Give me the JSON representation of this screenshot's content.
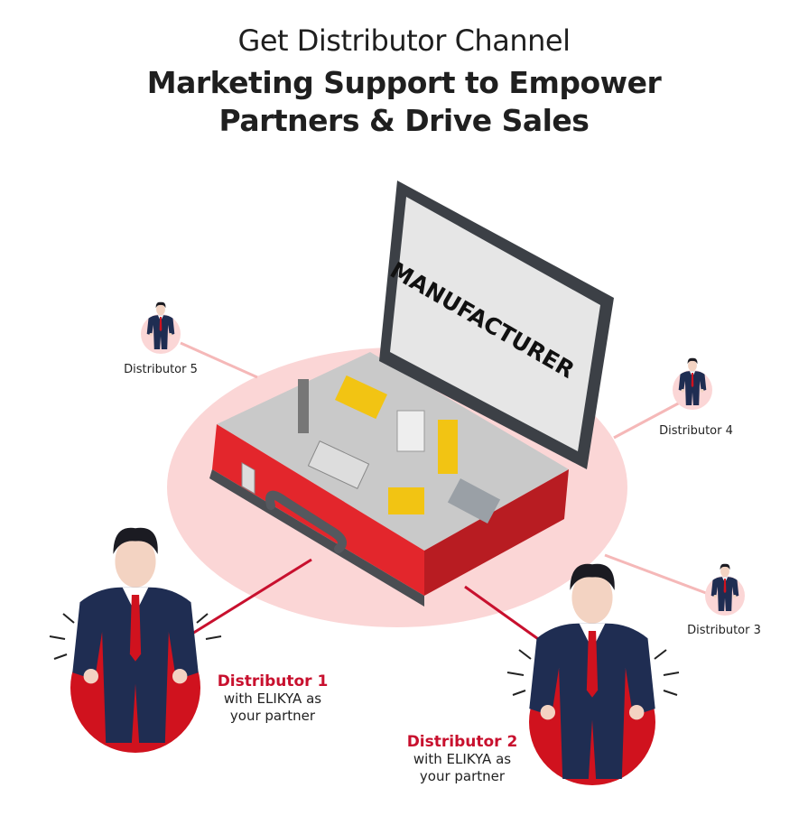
{
  "title": {
    "line1": "Get Distributor Channel",
    "line2": "Marketing Support to Empower",
    "line3": "Partners & Drive Sales"
  },
  "center": {
    "label": "MANUFACTURER"
  },
  "distributors": [
    {
      "name": "Distributor 1",
      "subtitle_line1": "with ELIKYA as",
      "subtitle_line2": "your partner"
    },
    {
      "name": "Distributor 2",
      "subtitle_line1": "with ELIKYA as",
      "subtitle_line2": "your partner"
    },
    {
      "name": "Distributor 3"
    },
    {
      "name": "Distributor 4"
    },
    {
      "name": "Distributor 5"
    }
  ],
  "colors": {
    "accent": "#c8102e",
    "halo": "#fbd6d6",
    "suitcase": "#e3262c",
    "lid": "#3c4046",
    "suit": "#1f2d52"
  }
}
